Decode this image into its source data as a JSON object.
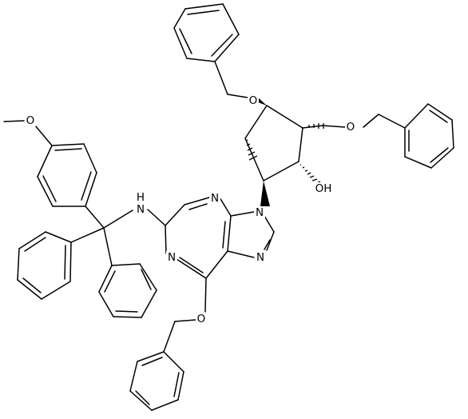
{
  "atom_labels": [
    {
      "id": "o-methoxy",
      "text": "O"
    },
    {
      "id": "n-amine",
      "text": "N"
    },
    {
      "id": "h-amine",
      "text": "H"
    },
    {
      "id": "n-1",
      "text": "N"
    },
    {
      "id": "n-3",
      "text": "N"
    },
    {
      "id": "n-7",
      "text": "N"
    },
    {
      "id": "n-9",
      "text": "N"
    },
    {
      "id": "o-6-benzyloxy",
      "text": "O"
    },
    {
      "id": "o-ring-benzyloxy",
      "text": "O"
    },
    {
      "id": "o-benzyloxymethyl",
      "text": "O"
    },
    {
      "id": "oh-hydroxyl",
      "text": "OH"
    }
  ]
}
